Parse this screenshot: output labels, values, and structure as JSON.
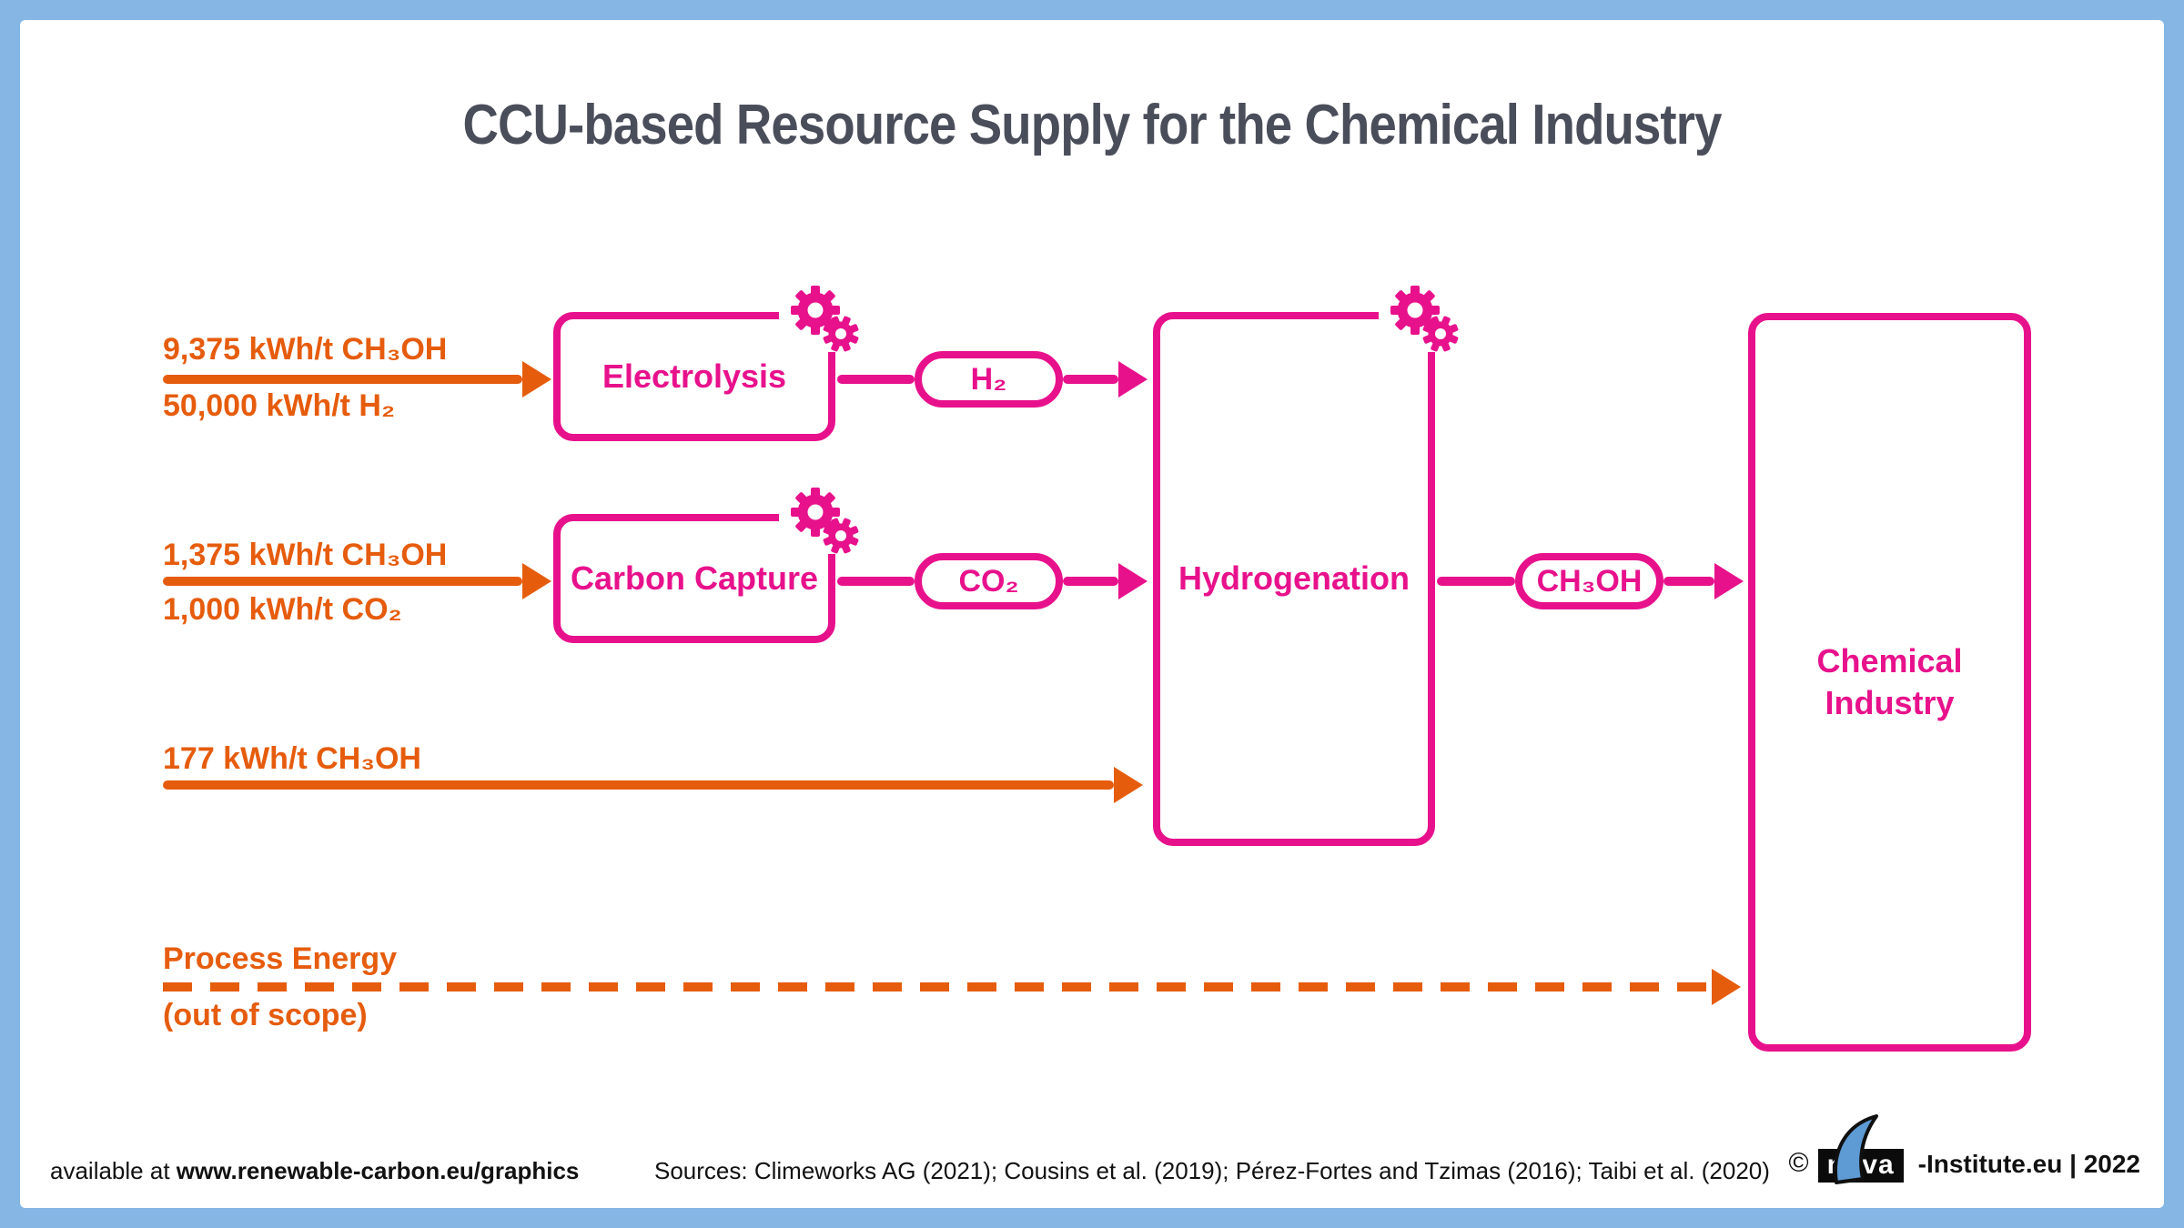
{
  "title": "CCU-based Resource Supply for the Chemical Industry",
  "colors": {
    "orange": "#E65C0D",
    "magenta": "#E8118C",
    "frame_blue": "#85B6E4",
    "title_gray": "#4A4E5A",
    "logo_blue": "#5E9AD3"
  },
  "diagram": {
    "inputs": {
      "electrolysis_top": "9,375 kWh/t CH₃OH",
      "electrolysis_bottom": "50,000 kWh/t H₂",
      "carbon_capture_top": "1,375 kWh/t CH₃OH",
      "carbon_capture_bottom": "1,000 kWh/t CO₂",
      "hydrogenation_direct": "177 kWh/t CH₃OH",
      "process_energy_top": "Process Energy",
      "process_energy_bottom": "(out of scope)"
    },
    "nodes": {
      "electrolysis": "Electrolysis",
      "carbon_capture": "Carbon Capture",
      "hydrogenation": "Hydrogenation",
      "chemical_industry": "Chemical\nIndustry"
    },
    "intermediates": {
      "h2": "H₂",
      "co2": "CO₂",
      "ch3oh": "CH₃OH"
    }
  },
  "footer": {
    "available_prefix": "available at",
    "available_url": "www.renewable-carbon.eu/graphics",
    "sources": "Sources: Climeworks AG (2021); Cousins et al. (2019); Pérez-Fortes and Tzimas (2016); Taibi et al. (2020)",
    "copyright_symbol": "©",
    "logo_text": "nova",
    "credit_suffix": "-Institute.eu | 2022"
  }
}
